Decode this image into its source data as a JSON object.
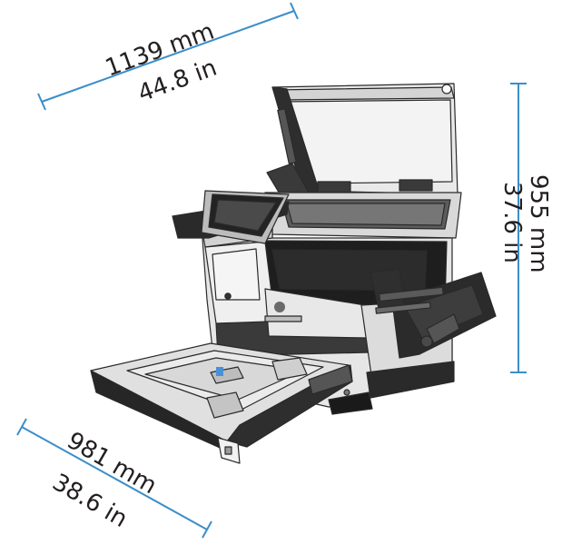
{
  "dimensions": {
    "width": {
      "metric": "1139 mm",
      "imperial": "44.8 in"
    },
    "height": {
      "metric": "955 mm",
      "imperial": "37.6 in"
    },
    "depth": {
      "metric": "981 mm",
      "imperial": "38.6 in"
    }
  },
  "colors": {
    "dimension_line": "#3b8ec8",
    "text": "#231f20",
    "printer_body": "#e6e6e6",
    "printer_dark": "#3a3a3a",
    "printer_black": "#1e1e1e",
    "accent_blue": "#4a90d9"
  },
  "drawing": {
    "name": "printer-illustration",
    "icon": "printer-icon"
  }
}
